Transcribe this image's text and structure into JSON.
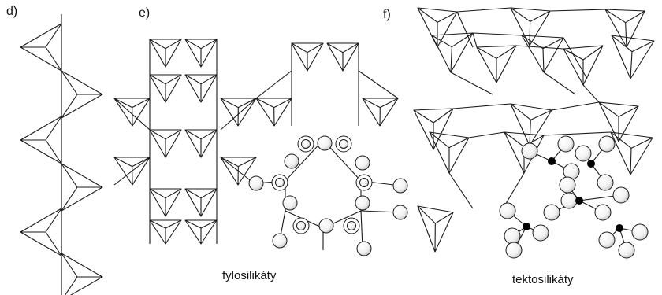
{
  "labels": {
    "d": "d)",
    "e": "e)",
    "f": "f)"
  },
  "captions": {
    "fylo": "fylosilikáty",
    "tekto": "tektosilikáty"
  },
  "colors": {
    "line": "#1a1a1a",
    "ball_light": "#ffffff",
    "ball_shade": "#c8c8c8",
    "bridge_atom": "#000000"
  }
}
